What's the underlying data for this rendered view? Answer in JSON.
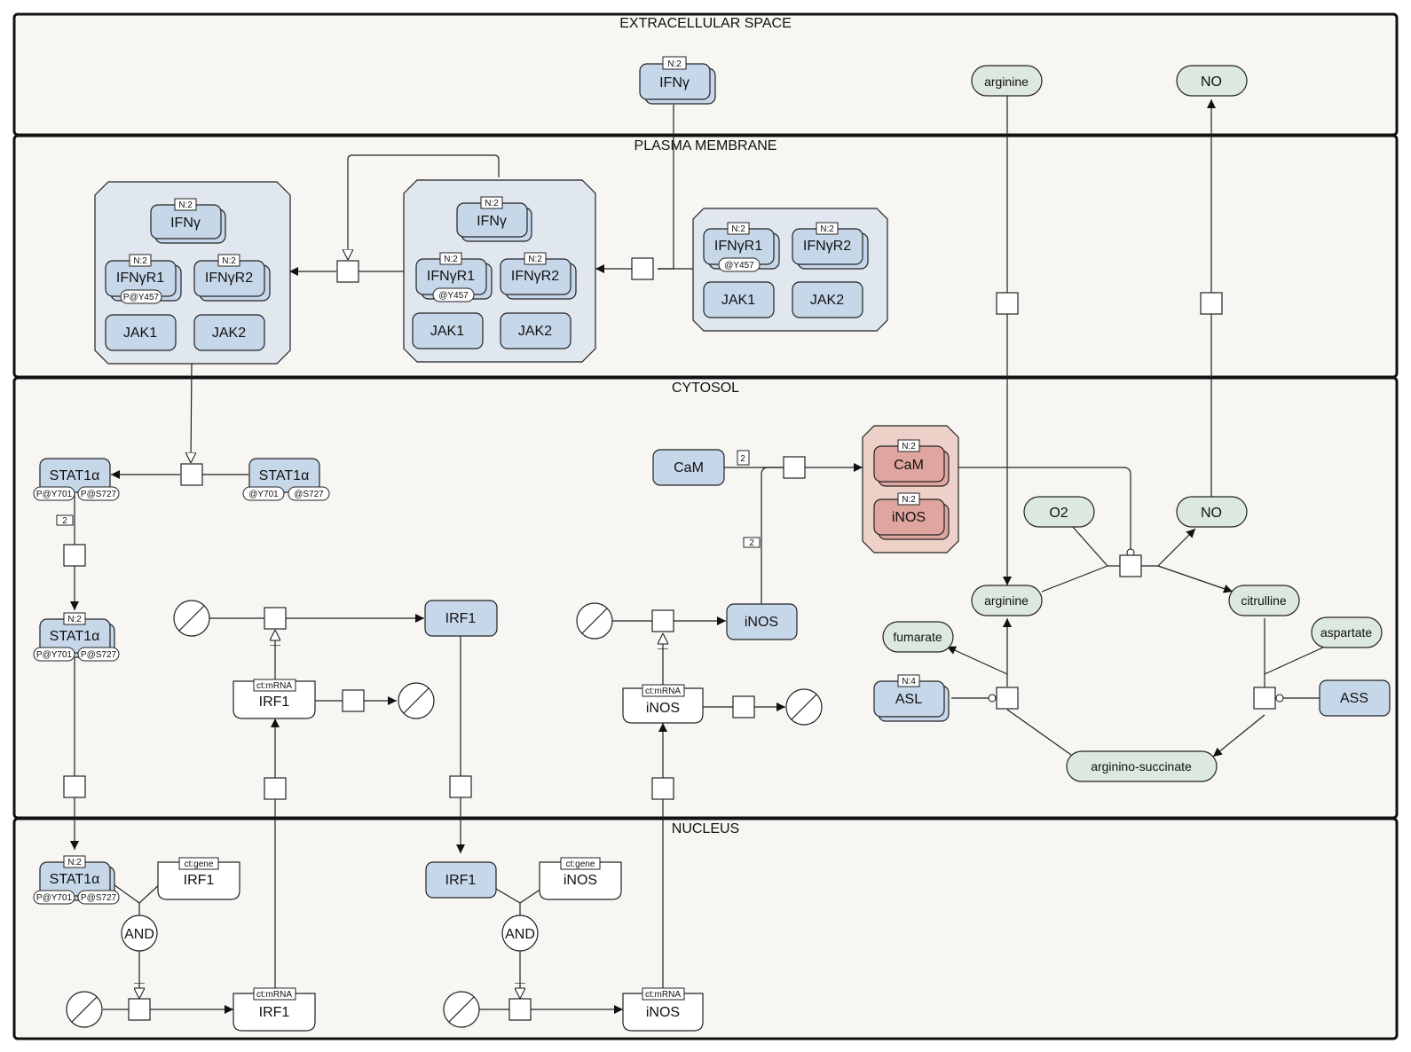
{
  "compartments": {
    "extracellular": "EXTRACELLULAR SPACE",
    "membrane": "PLASMA MEMBRANE",
    "cytosol": "CYTOSOL",
    "nucleus": "NUCLEUS"
  },
  "units": {
    "n2": "N:2",
    "n4": "N:4",
    "mrna": "ct:mRNA",
    "gene": "ct:gene"
  },
  "states": {
    "y457": "@Y457",
    "py457": "P@Y457",
    "y701": "@Y701",
    "s727": "@S727",
    "py701": "P@Y701",
    "ps727": "P@S727"
  },
  "labels": {
    "ifng": "IFNγ",
    "ifngr1": "IFNγR1",
    "ifngr2": "IFNγR2",
    "jak1": "JAK1",
    "jak2": "JAK2",
    "stat1a": "STAT1α",
    "irf1": "IRF1",
    "inos": "iNOS",
    "cam": "CaM",
    "arginine": "arginine",
    "no": "NO",
    "o2": "O2",
    "citrulline": "citrulline",
    "fumarate": "fumarate",
    "aspartate": "aspartate",
    "asl": "ASL",
    "ass": "ASS",
    "argsucc": "arginino-succinate",
    "and": "AND"
  },
  "stoich": {
    "cam": "2",
    "inos": "2",
    "stat": "2"
  }
}
